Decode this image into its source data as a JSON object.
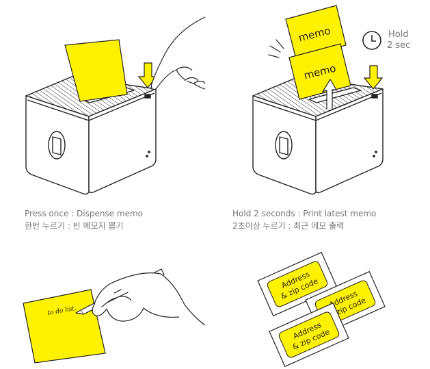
{
  "colors": {
    "memo_yellow": "#FFF200",
    "arrow_yellow": "#FFF200",
    "line": "#222222",
    "caption_text": "#777777"
  },
  "panel1": {
    "caption_en": "Press once : Dispense memo",
    "caption_ko": "한번 누르기 : 빈 메모지 뽑기"
  },
  "panel2": {
    "memo_back_label": "memo",
    "memo_front_label": "memo",
    "hold_line1": "Hold",
    "hold_line2": "2 sec",
    "caption_en": "Hold 2 seconds : Print latest memo",
    "caption_ko": "2초이상 누르기 : 최근 메모 출력"
  },
  "panel3": {
    "note_text": "to do list."
  },
  "panel4": {
    "label_line1": "Address",
    "label_line2": "& zip code"
  },
  "icons": [
    "clock-icon",
    "down-arrow-icon",
    "up-arrow-icon",
    "hand-icon",
    "pen-icon"
  ]
}
